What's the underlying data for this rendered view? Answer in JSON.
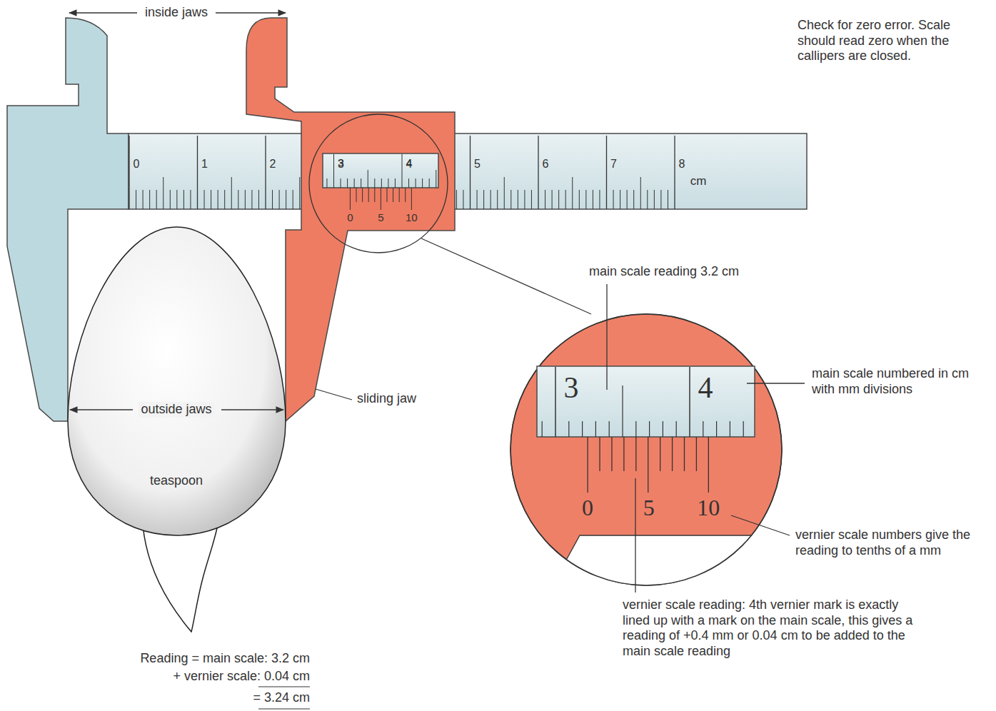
{
  "diagram": {
    "labels": [
      "inside jaws",
      "Check for zero error. Scale should read zero when the callipers are closed.",
      "0",
      "1",
      "2",
      "3",
      "4",
      "5",
      "6",
      "7",
      "8",
      "cm",
      "3",
      "4",
      "0",
      "5",
      "10",
      "main scale reading 3.2 cm",
      "3",
      "4",
      "main scale numbered in cm with mm divisions",
      "outside jaws",
      "sliding jaw",
      "0",
      "5",
      "10",
      "vernier scale numbers give the reading to tenths of a mm",
      "teaspoon",
      "vernier scale reading: 4th vernier mark is exactly lined up with a mark on the main scale, this gives a reading of +0.4 mm or 0.04 cm to be added to the main scale reading",
      "Reading = main scale: 3.2 cm",
      "+ vernier scale: 0.04 cm",
      "= 3.24 cm"
    ]
  }
}
